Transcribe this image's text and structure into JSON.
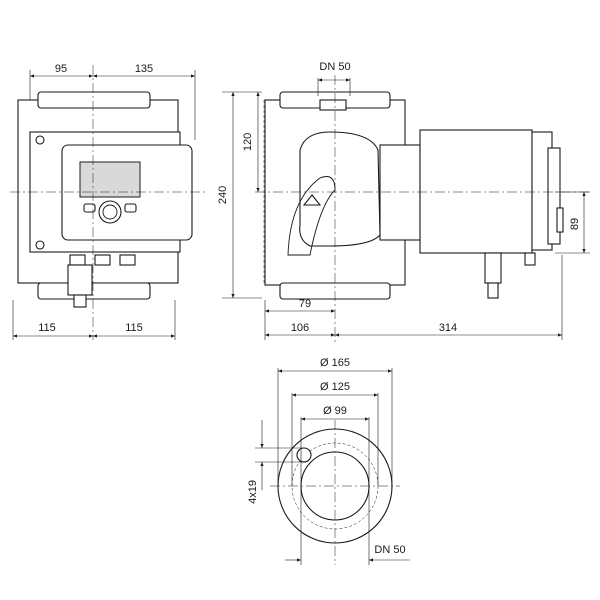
{
  "front_view": {
    "dim_top_left": "95",
    "dim_top_right": "135",
    "dim_bottom_left": "115",
    "dim_bottom_right": "115"
  },
  "side_view": {
    "dim_top_nominal": "DN 50",
    "dim_height_total": "240",
    "dim_height_axis": "120",
    "dim_right_height": "89",
    "dim_inlet_offset": "79",
    "dim_bottom_left": "106",
    "dim_bottom_right": "314"
  },
  "flange_view": {
    "dim_outer_diameter": "Ø 165",
    "dim_bolt_circle": "Ø 125",
    "dim_inner_diameter": "Ø 99",
    "dim_bolt_holes": "4x19",
    "dim_nominal": "DN 50"
  },
  "colors": {
    "line": "#1a1a1a",
    "background": "#ffffff",
    "display": "#d9d9d9"
  }
}
